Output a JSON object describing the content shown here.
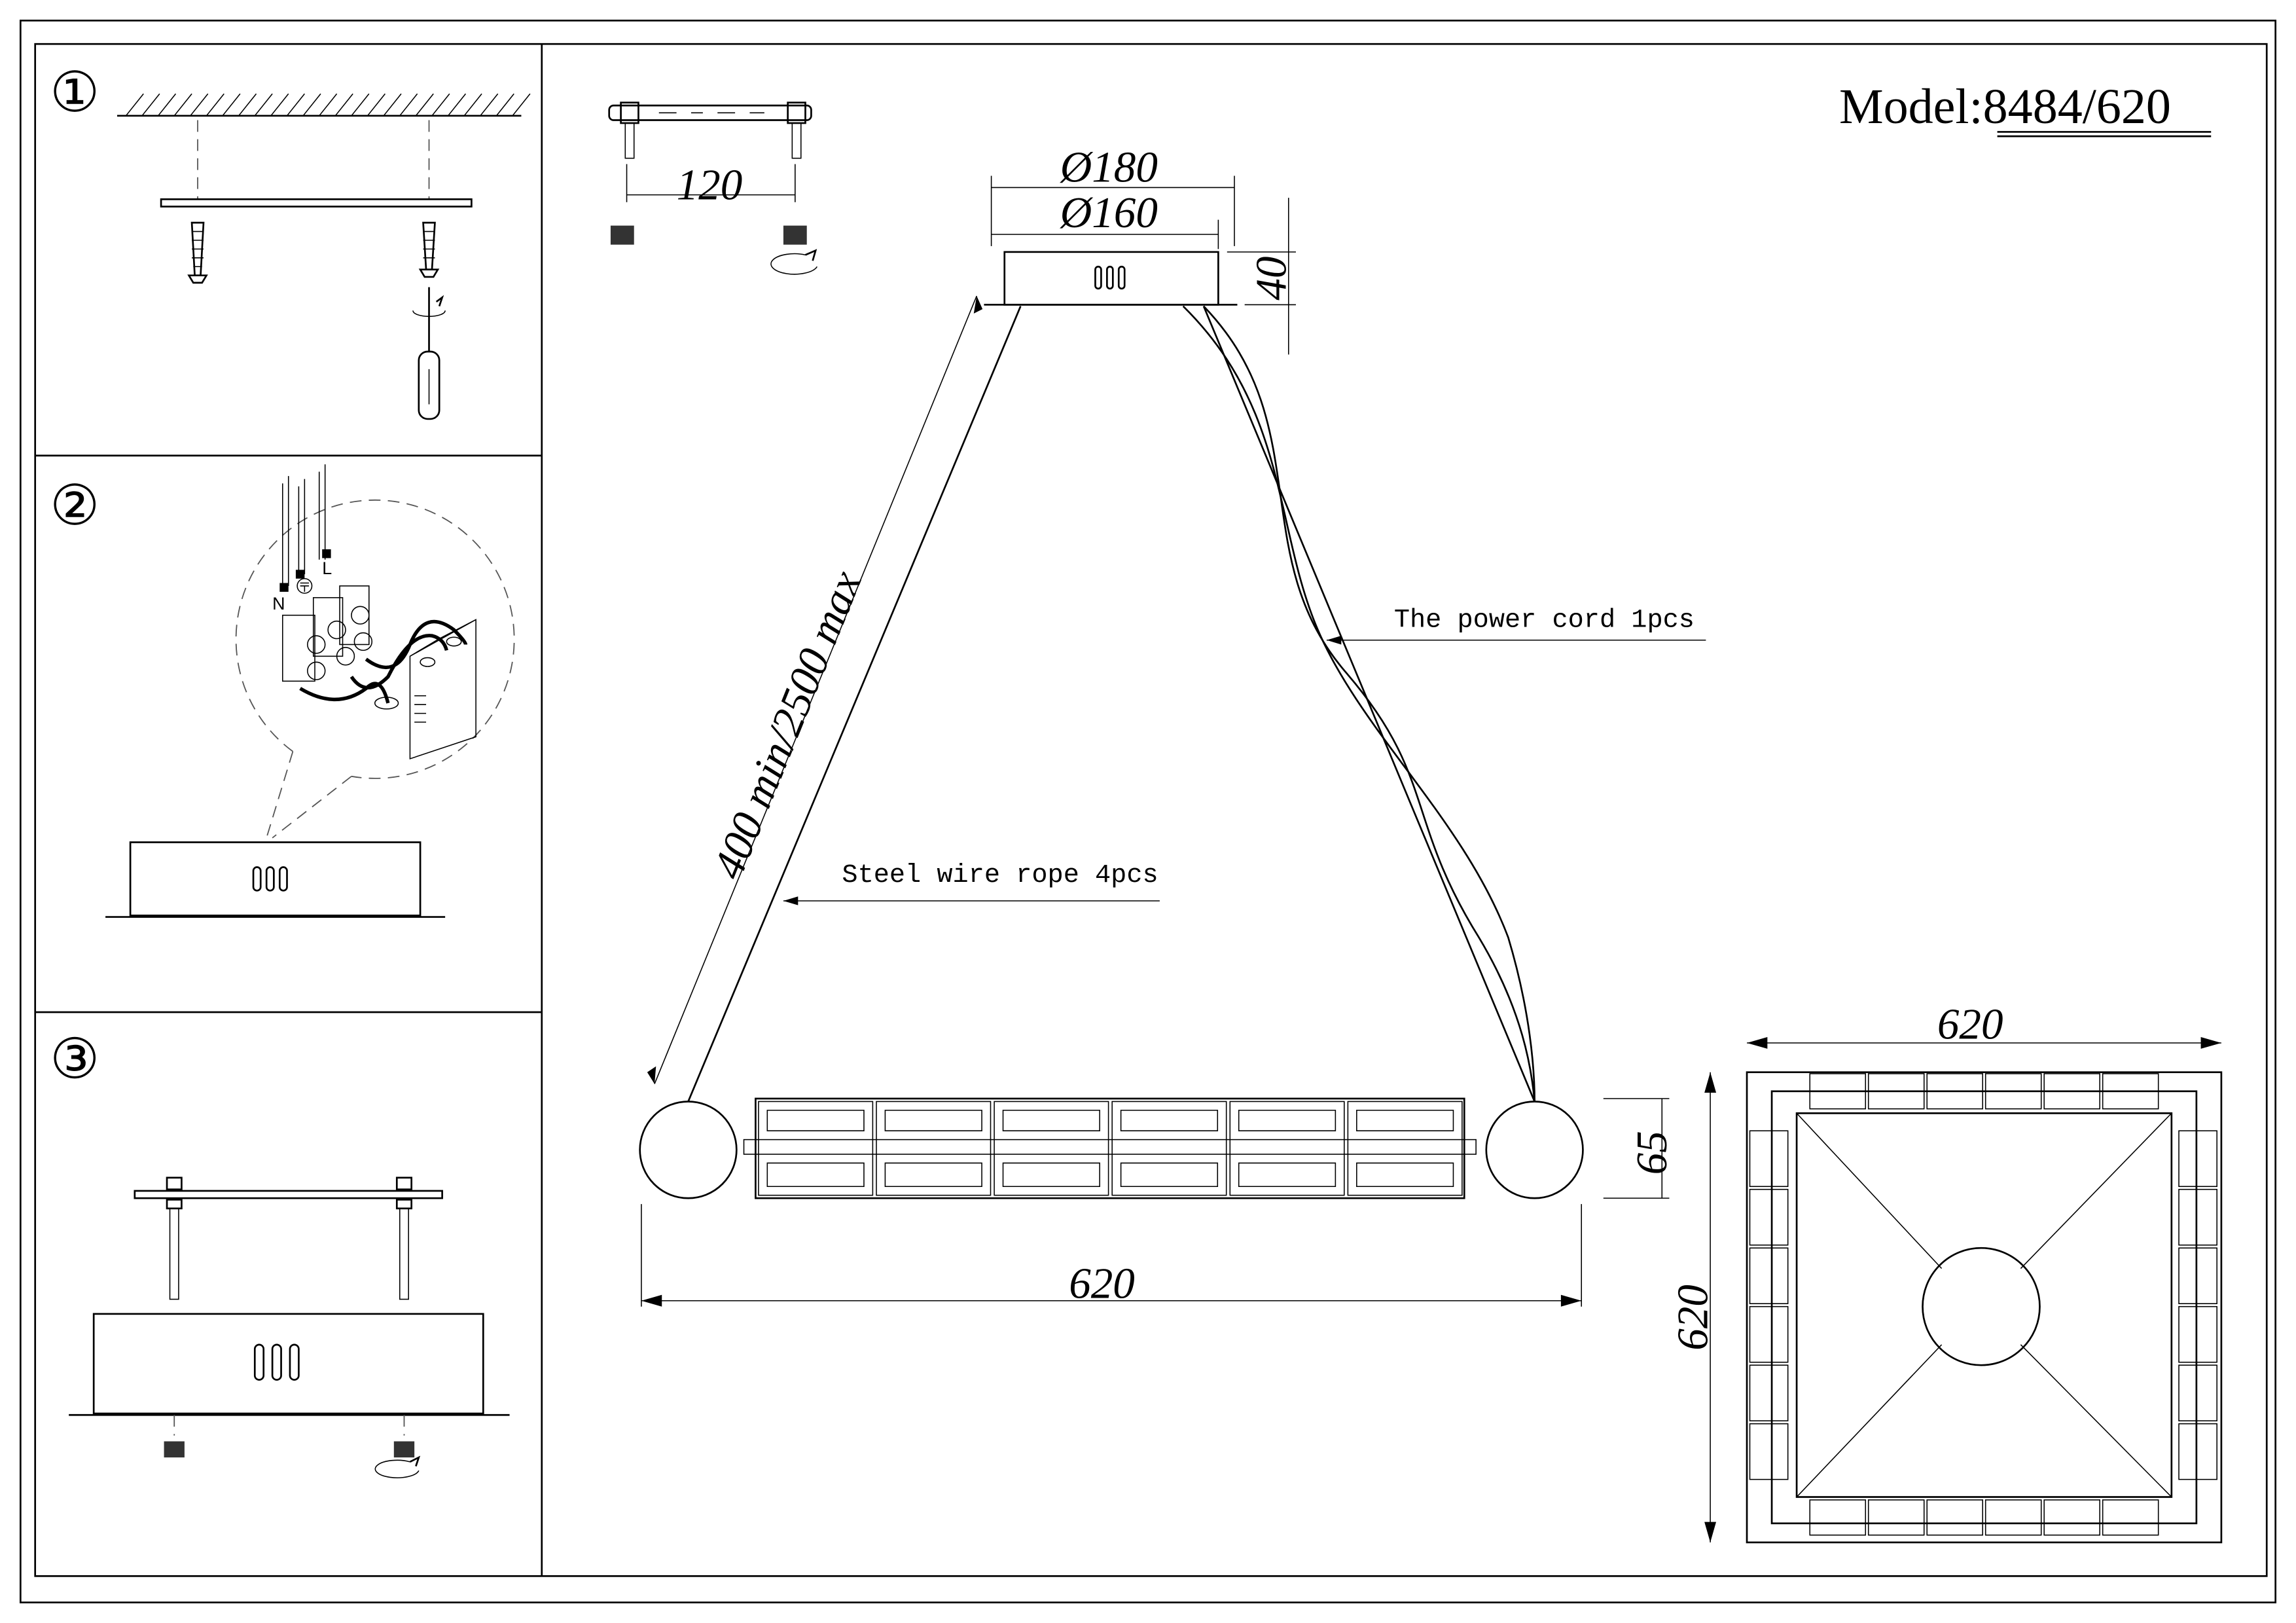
{
  "model": {
    "label": "Model",
    "separator": ":",
    "number": "8484/620"
  },
  "steps": [
    "①",
    "②",
    "③"
  ],
  "terminals": {
    "neutral": "N",
    "live": "L"
  },
  "dimensions": {
    "bracket_spacing": "120",
    "canopy_outer": "Ø180",
    "canopy_inner": "Ø160",
    "canopy_height": "40",
    "suspension_length": "400 min/2500 max",
    "fixture_length": "620",
    "fixture_height": "65",
    "plan_width": "620",
    "plan_depth": "620"
  },
  "labels": {
    "power_cord": "The power cord  1pcs",
    "steel_wire": "Steel wire rope  4pcs"
  }
}
